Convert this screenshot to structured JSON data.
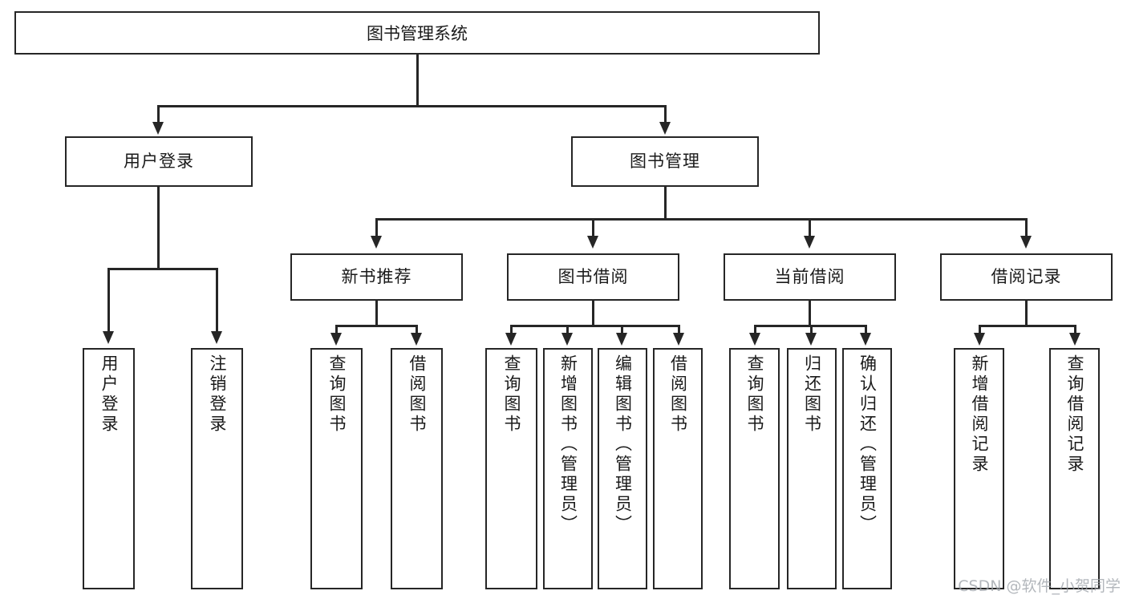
{
  "diagram": {
    "title": "图书管理系统",
    "type": "tree",
    "root": {
      "id": "root",
      "label": "图书管理系统"
    },
    "level2": [
      {
        "id": "user-login",
        "label": "用户登录"
      },
      {
        "id": "book-manage",
        "label": "图书管理"
      }
    ],
    "level3": [
      {
        "id": "new-book-rec",
        "label": "新书推荐",
        "parent": "book-manage"
      },
      {
        "id": "book-borrow",
        "label": "图书借阅",
        "parent": "book-manage"
      },
      {
        "id": "current-borrow",
        "label": "当前借阅",
        "parent": "book-manage"
      },
      {
        "id": "borrow-record",
        "label": "借阅记录",
        "parent": "book-manage"
      }
    ],
    "leaves": [
      {
        "id": "leaf-user-login",
        "label": "用户登录",
        "parent": "user-login"
      },
      {
        "id": "leaf-user-logout",
        "label": "注销登录",
        "parent": "user-login"
      },
      {
        "id": "leaf-rec-query",
        "label": "查询图书",
        "parent": "new-book-rec"
      },
      {
        "id": "leaf-rec-borrow",
        "label": "借阅图书",
        "parent": "new-book-rec"
      },
      {
        "id": "leaf-borrow-query",
        "label": "查询图书",
        "parent": "book-borrow"
      },
      {
        "id": "leaf-borrow-add",
        "label": "新增图书（管理员）",
        "parent": "book-borrow"
      },
      {
        "id": "leaf-borrow-edit",
        "label": "编辑图书（管理员）",
        "parent": "book-borrow"
      },
      {
        "id": "leaf-borrow-do",
        "label": "借阅图书",
        "parent": "book-borrow"
      },
      {
        "id": "leaf-cur-query",
        "label": "查询图书",
        "parent": "current-borrow"
      },
      {
        "id": "leaf-cur-return",
        "label": "归还图书",
        "parent": "current-borrow"
      },
      {
        "id": "leaf-cur-confirm",
        "label": "确认归还（管理员）",
        "parent": "current-borrow"
      },
      {
        "id": "leaf-rec-add",
        "label": "新增借阅记录",
        "parent": "borrow-record"
      },
      {
        "id": "leaf-rec-query2",
        "label": "查询借阅记录",
        "parent": "borrow-record"
      }
    ]
  },
  "watermark": {
    "text": "CSDN @软件_小贺同学"
  },
  "colors": {
    "line": "#262626",
    "text": "#1a1a1a",
    "background": "#ffffff",
    "watermark": "#9aa0a6"
  }
}
